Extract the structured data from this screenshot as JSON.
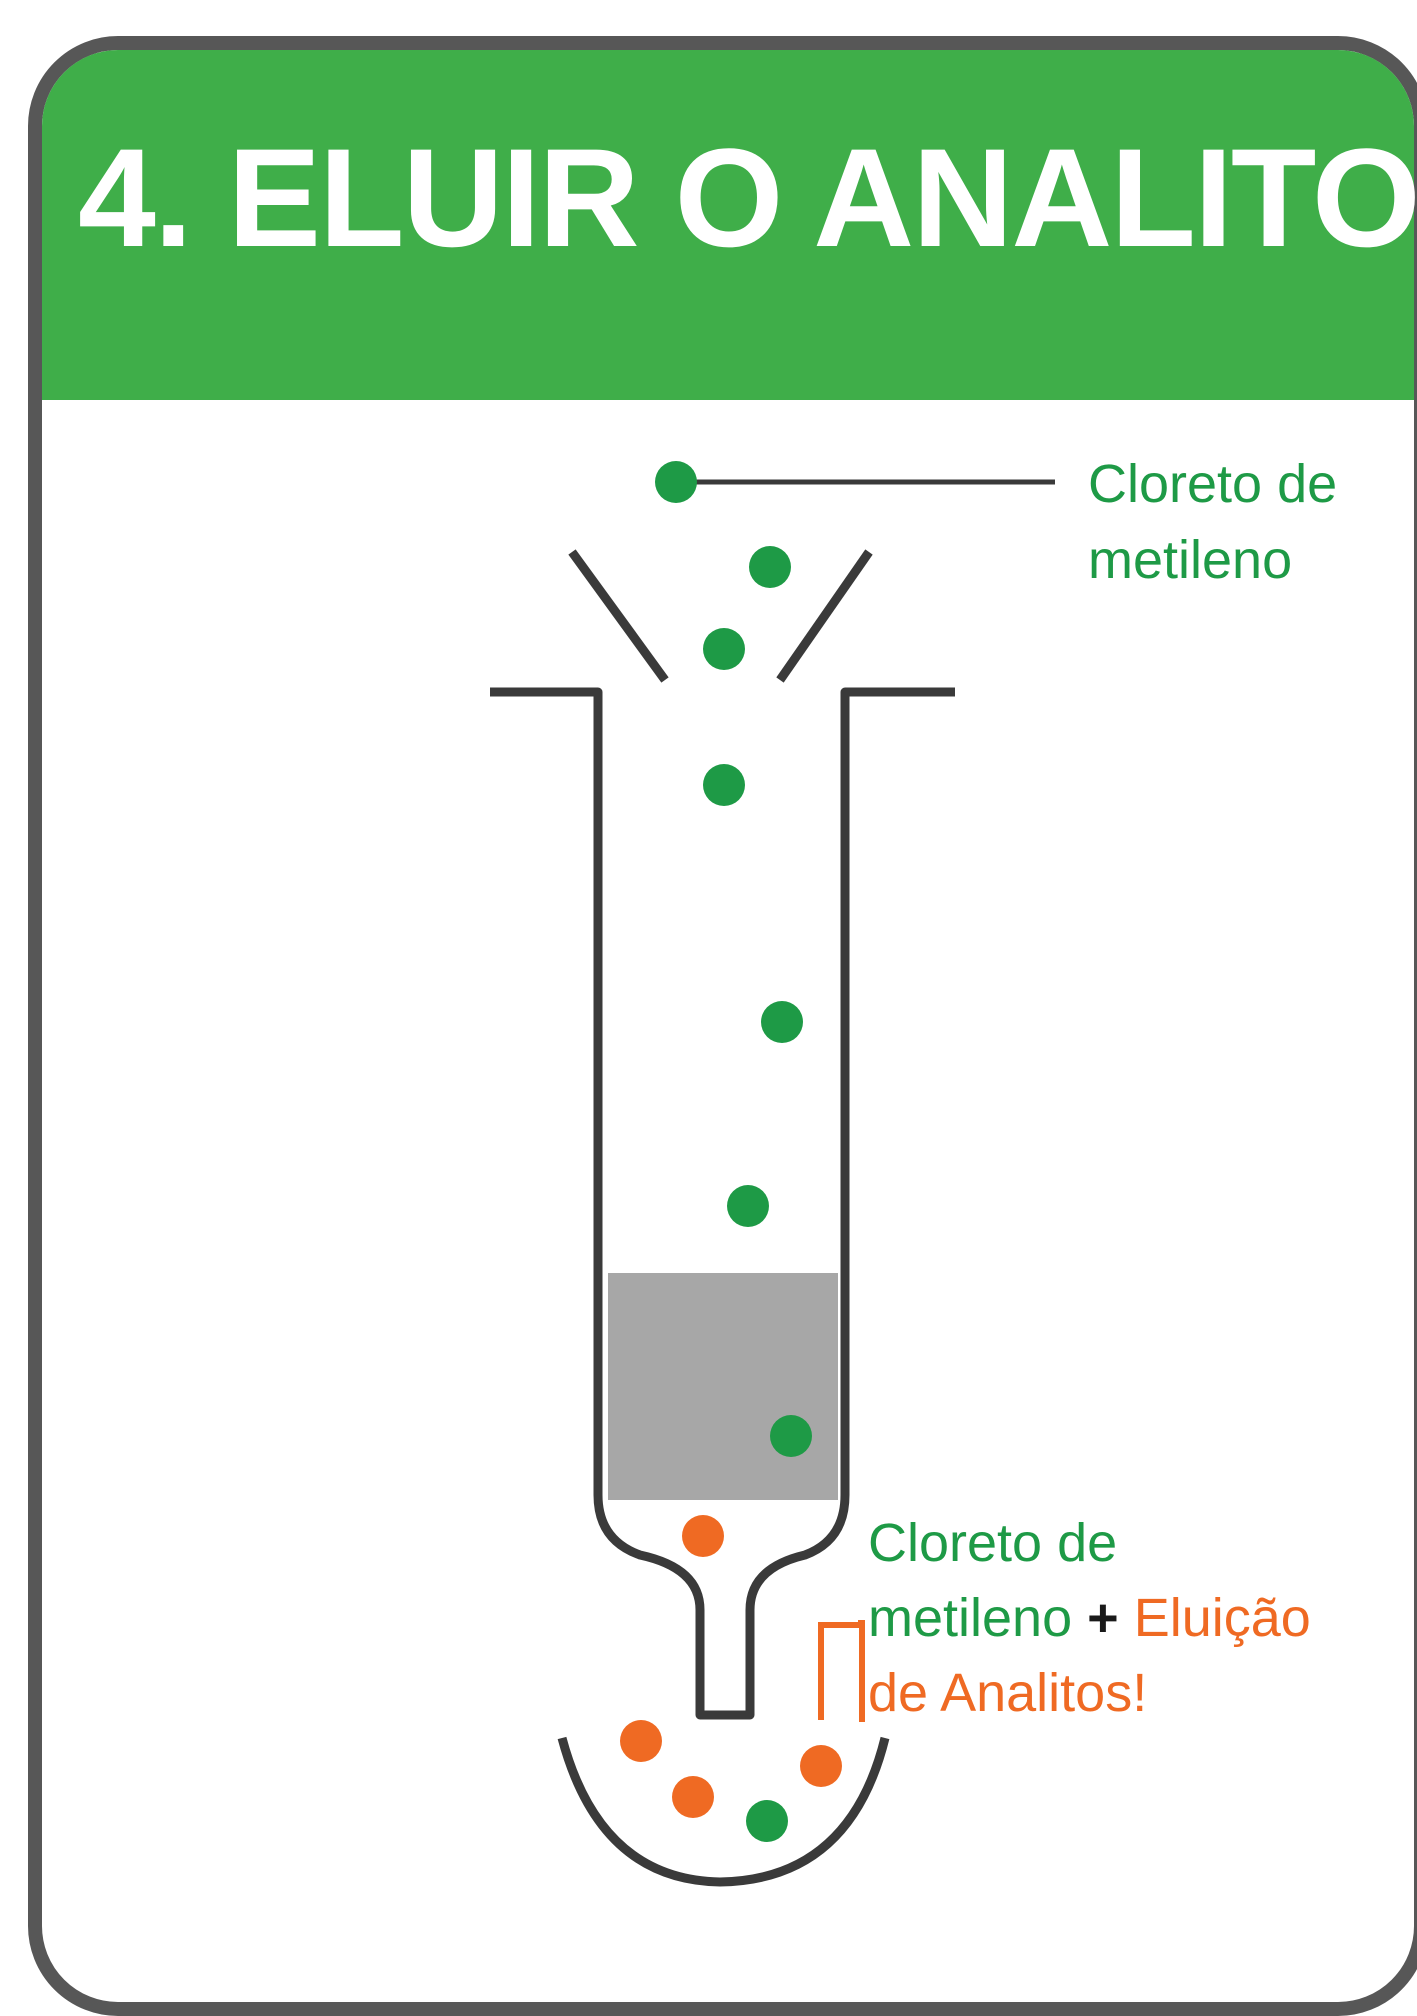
{
  "title": "4. ELUIR O ANALITO",
  "labels": {
    "solvent_line1": "Cloreto de",
    "solvent_line2": "metileno",
    "eluate_line1": "Cloreto de",
    "eluate_line2_a": "metileno",
    "eluate_plus": "+",
    "eluate_line2_b": "Eluição",
    "eluate_line3": "de Analitos!"
  },
  "colors": {
    "header_green": "#3fae49",
    "solvent_green": "#1e9a46",
    "analyte_orange": "#ef6a23",
    "outline_dark": "#3a3a3a",
    "sorbent_gray": "#a7a7a7"
  }
}
